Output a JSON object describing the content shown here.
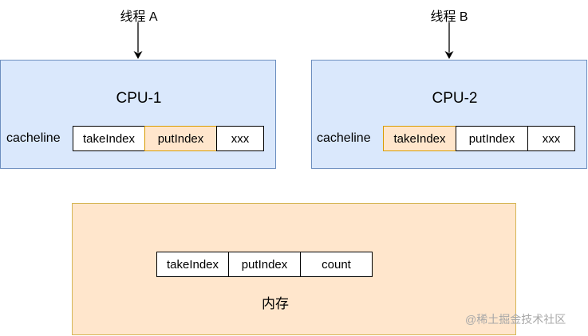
{
  "threads": [
    {
      "label": "线程 A"
    },
    {
      "label": "线程 B"
    }
  ],
  "cpus": [
    {
      "title": "CPU-1",
      "cacheline_label": "cacheline",
      "cells": [
        {
          "text": "takeIndex",
          "highlighted": false
        },
        {
          "text": "putIndex",
          "highlighted": true
        },
        {
          "text": "xxx",
          "highlighted": false
        }
      ]
    },
    {
      "title": "CPU-2",
      "cacheline_label": "cacheline",
      "cells": [
        {
          "text": "takeIndex",
          "highlighted": true
        },
        {
          "text": "putIndex",
          "highlighted": false
        },
        {
          "text": "xxx",
          "highlighted": false
        }
      ]
    }
  ],
  "memory": {
    "label": "内存",
    "cells": [
      {
        "text": "takeIndex"
      },
      {
        "text": "putIndex"
      },
      {
        "text": "count"
      }
    ]
  },
  "watermark": "@稀土掘金技术社区",
  "colors": {
    "cpu_fill": "#dae8fc",
    "cpu_border": "#6c8ebf",
    "memory_fill": "#ffe6cc",
    "memory_border": "#d6b656",
    "highlight_fill": "#ffe6cc",
    "highlight_border": "#d79b00"
  }
}
